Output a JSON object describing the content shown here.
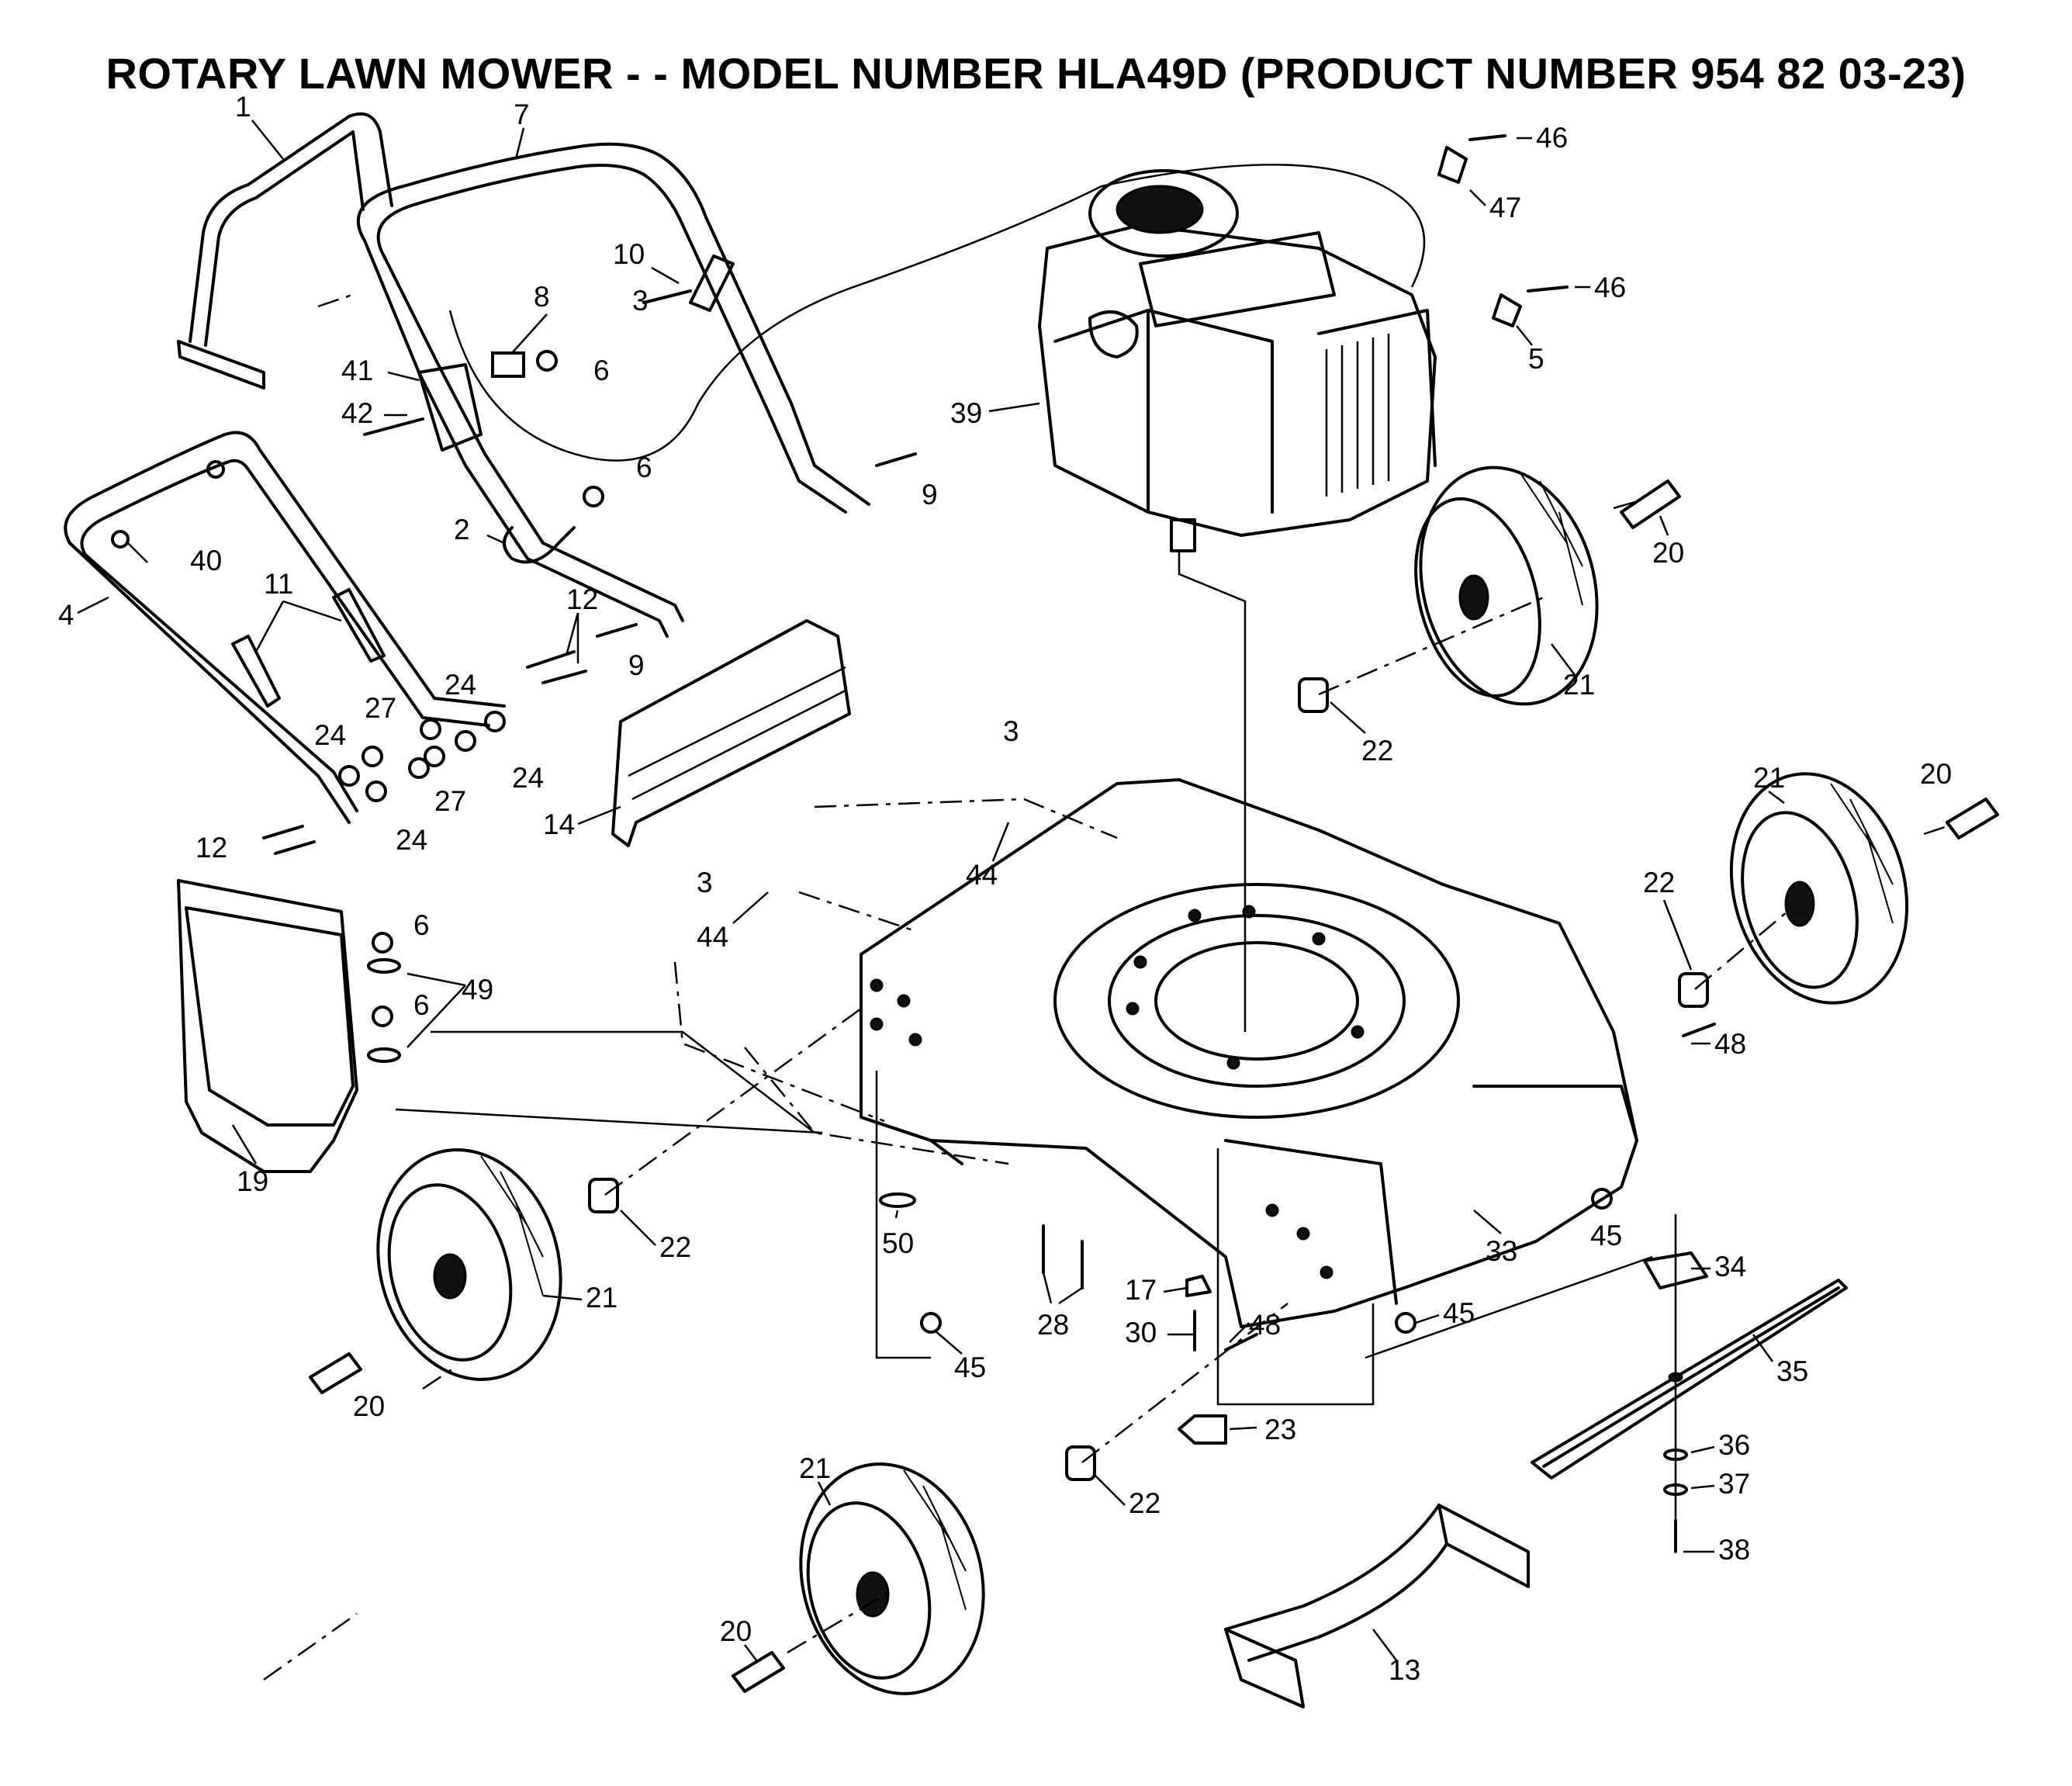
{
  "title": "ROTARY LAWN MOWER - - MODEL NUMBER HLA49D (PRODUCT NUMBER 954 82 03-23)",
  "colors": {
    "ink": "#000000",
    "paper": "#ffffff"
  },
  "components": {
    "upper_handle": "upper-handle",
    "lower_handle": "lower-handle",
    "engine": "engine",
    "deck": "mower-deck",
    "blade": "blade",
    "grass_deflector": "grass-deflector",
    "wheels": "wheel"
  },
  "callouts": [
    "1",
    "7",
    "10",
    "3",
    "8",
    "6",
    "41",
    "42",
    "2",
    "6",
    "40",
    "11",
    "12",
    "9",
    "24",
    "27",
    "24",
    "27",
    "24",
    "24",
    "12",
    "4",
    "14",
    "9",
    "46",
    "47",
    "46",
    "5",
    "39",
    "20",
    "21",
    "22",
    "3",
    "44",
    "3",
    "44",
    "21",
    "20",
    "22",
    "6",
    "49",
    "6",
    "19",
    "48",
    "22",
    "21",
    "20",
    "50",
    "33",
    "45",
    "34",
    "35",
    "17",
    "28",
    "30",
    "48",
    "45",
    "45",
    "23",
    "36",
    "37",
    "38",
    "21",
    "22",
    "20",
    "13"
  ]
}
